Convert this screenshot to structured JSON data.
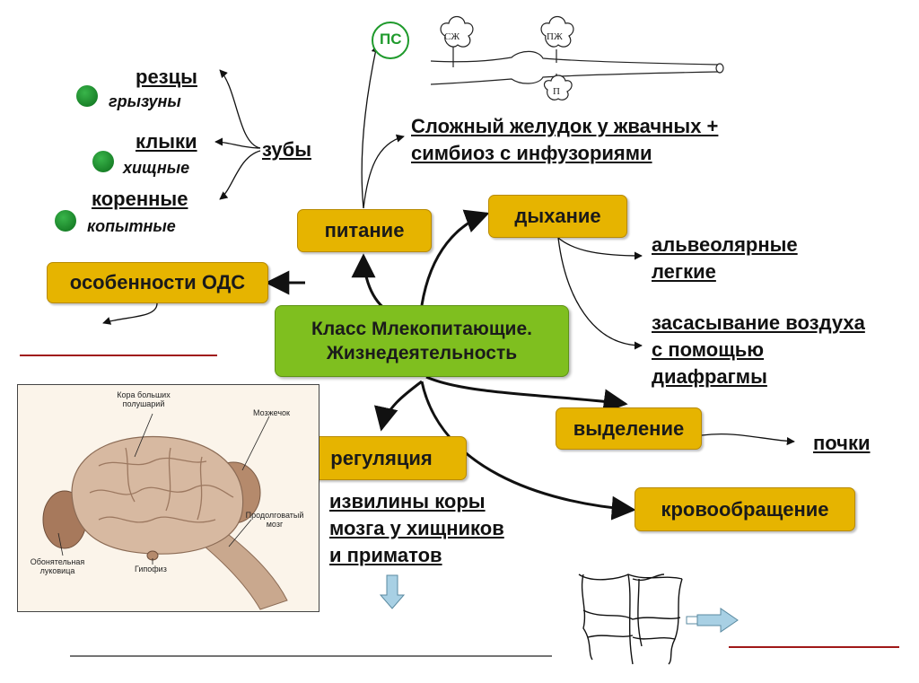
{
  "center": {
    "line1": "Класс Млекопитающие.",
    "line2": "Жизнедеятельность"
  },
  "nodes": {
    "pitanie": "питание",
    "dyhanie": "дыхание",
    "ods": "особенности ОДС",
    "vydelenie": "выделение",
    "regulyaciya": "регуляция",
    "krovo": "кровообращение"
  },
  "labels": {
    "zuby": "зубы",
    "rezcy": "резцы",
    "klyki": "клыки",
    "korennye": "коренные",
    "zheludok_1": "Сложный желудок у жвачных +",
    "zheludok_2": "симбиоз с инфузориями",
    "alv_1": "альвеолярные",
    "alv_2": "легкие",
    "zas_1": "засасывание воздуха",
    "zas_2": "с помощью",
    "zas_3": "диафрагмы",
    "pochki": "почки",
    "izv_1": "извилины коры",
    "izv_2": "мозга у хищников",
    "izv_3": "и приматов"
  },
  "animals": {
    "gryzuny": "грызуны",
    "hishchnye": "хищные",
    "kopytnye": "копытные"
  },
  "digestive": {
    "ps": "ПС",
    "szh": "СЖ",
    "pzh": "ПЖ",
    "p": "П"
  },
  "brain_labels": {
    "kora_1": "Кора больших",
    "kora_2": "полушарий",
    "mozzhechok": "Мозжечок",
    "prodol_1": "Продолговатый",
    "prodol_2": "мозг",
    "obon_1": "Обонятельная",
    "obon_2": "луковица",
    "gipofiz": "Гипофиз"
  },
  "colors": {
    "node_fill": "#e6b400",
    "center_fill": "#7fbf1f",
    "dot_green": "#1e8a2c",
    "ps_green": "#1f9a2c",
    "red_line": "#a01818"
  }
}
